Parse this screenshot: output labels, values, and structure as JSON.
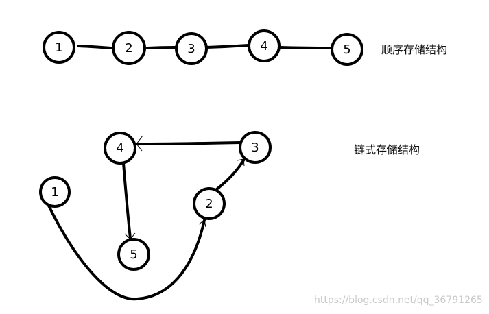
{
  "sequential": {
    "caption": "顺序存储结构",
    "nodes": [
      "1",
      "2",
      "3",
      "4",
      "5"
    ]
  },
  "linked": {
    "caption": "链式存储结构",
    "nodes": [
      "1",
      "2",
      "3",
      "4",
      "5"
    ],
    "traversal_order": [
      "1",
      "2",
      "3",
      "4",
      "5"
    ]
  },
  "watermark": "https://blog.csdn.net/qq_36791265",
  "colors": {
    "stroke": "#000000",
    "background": "#ffffff",
    "watermark": "#c9c9c9"
  }
}
